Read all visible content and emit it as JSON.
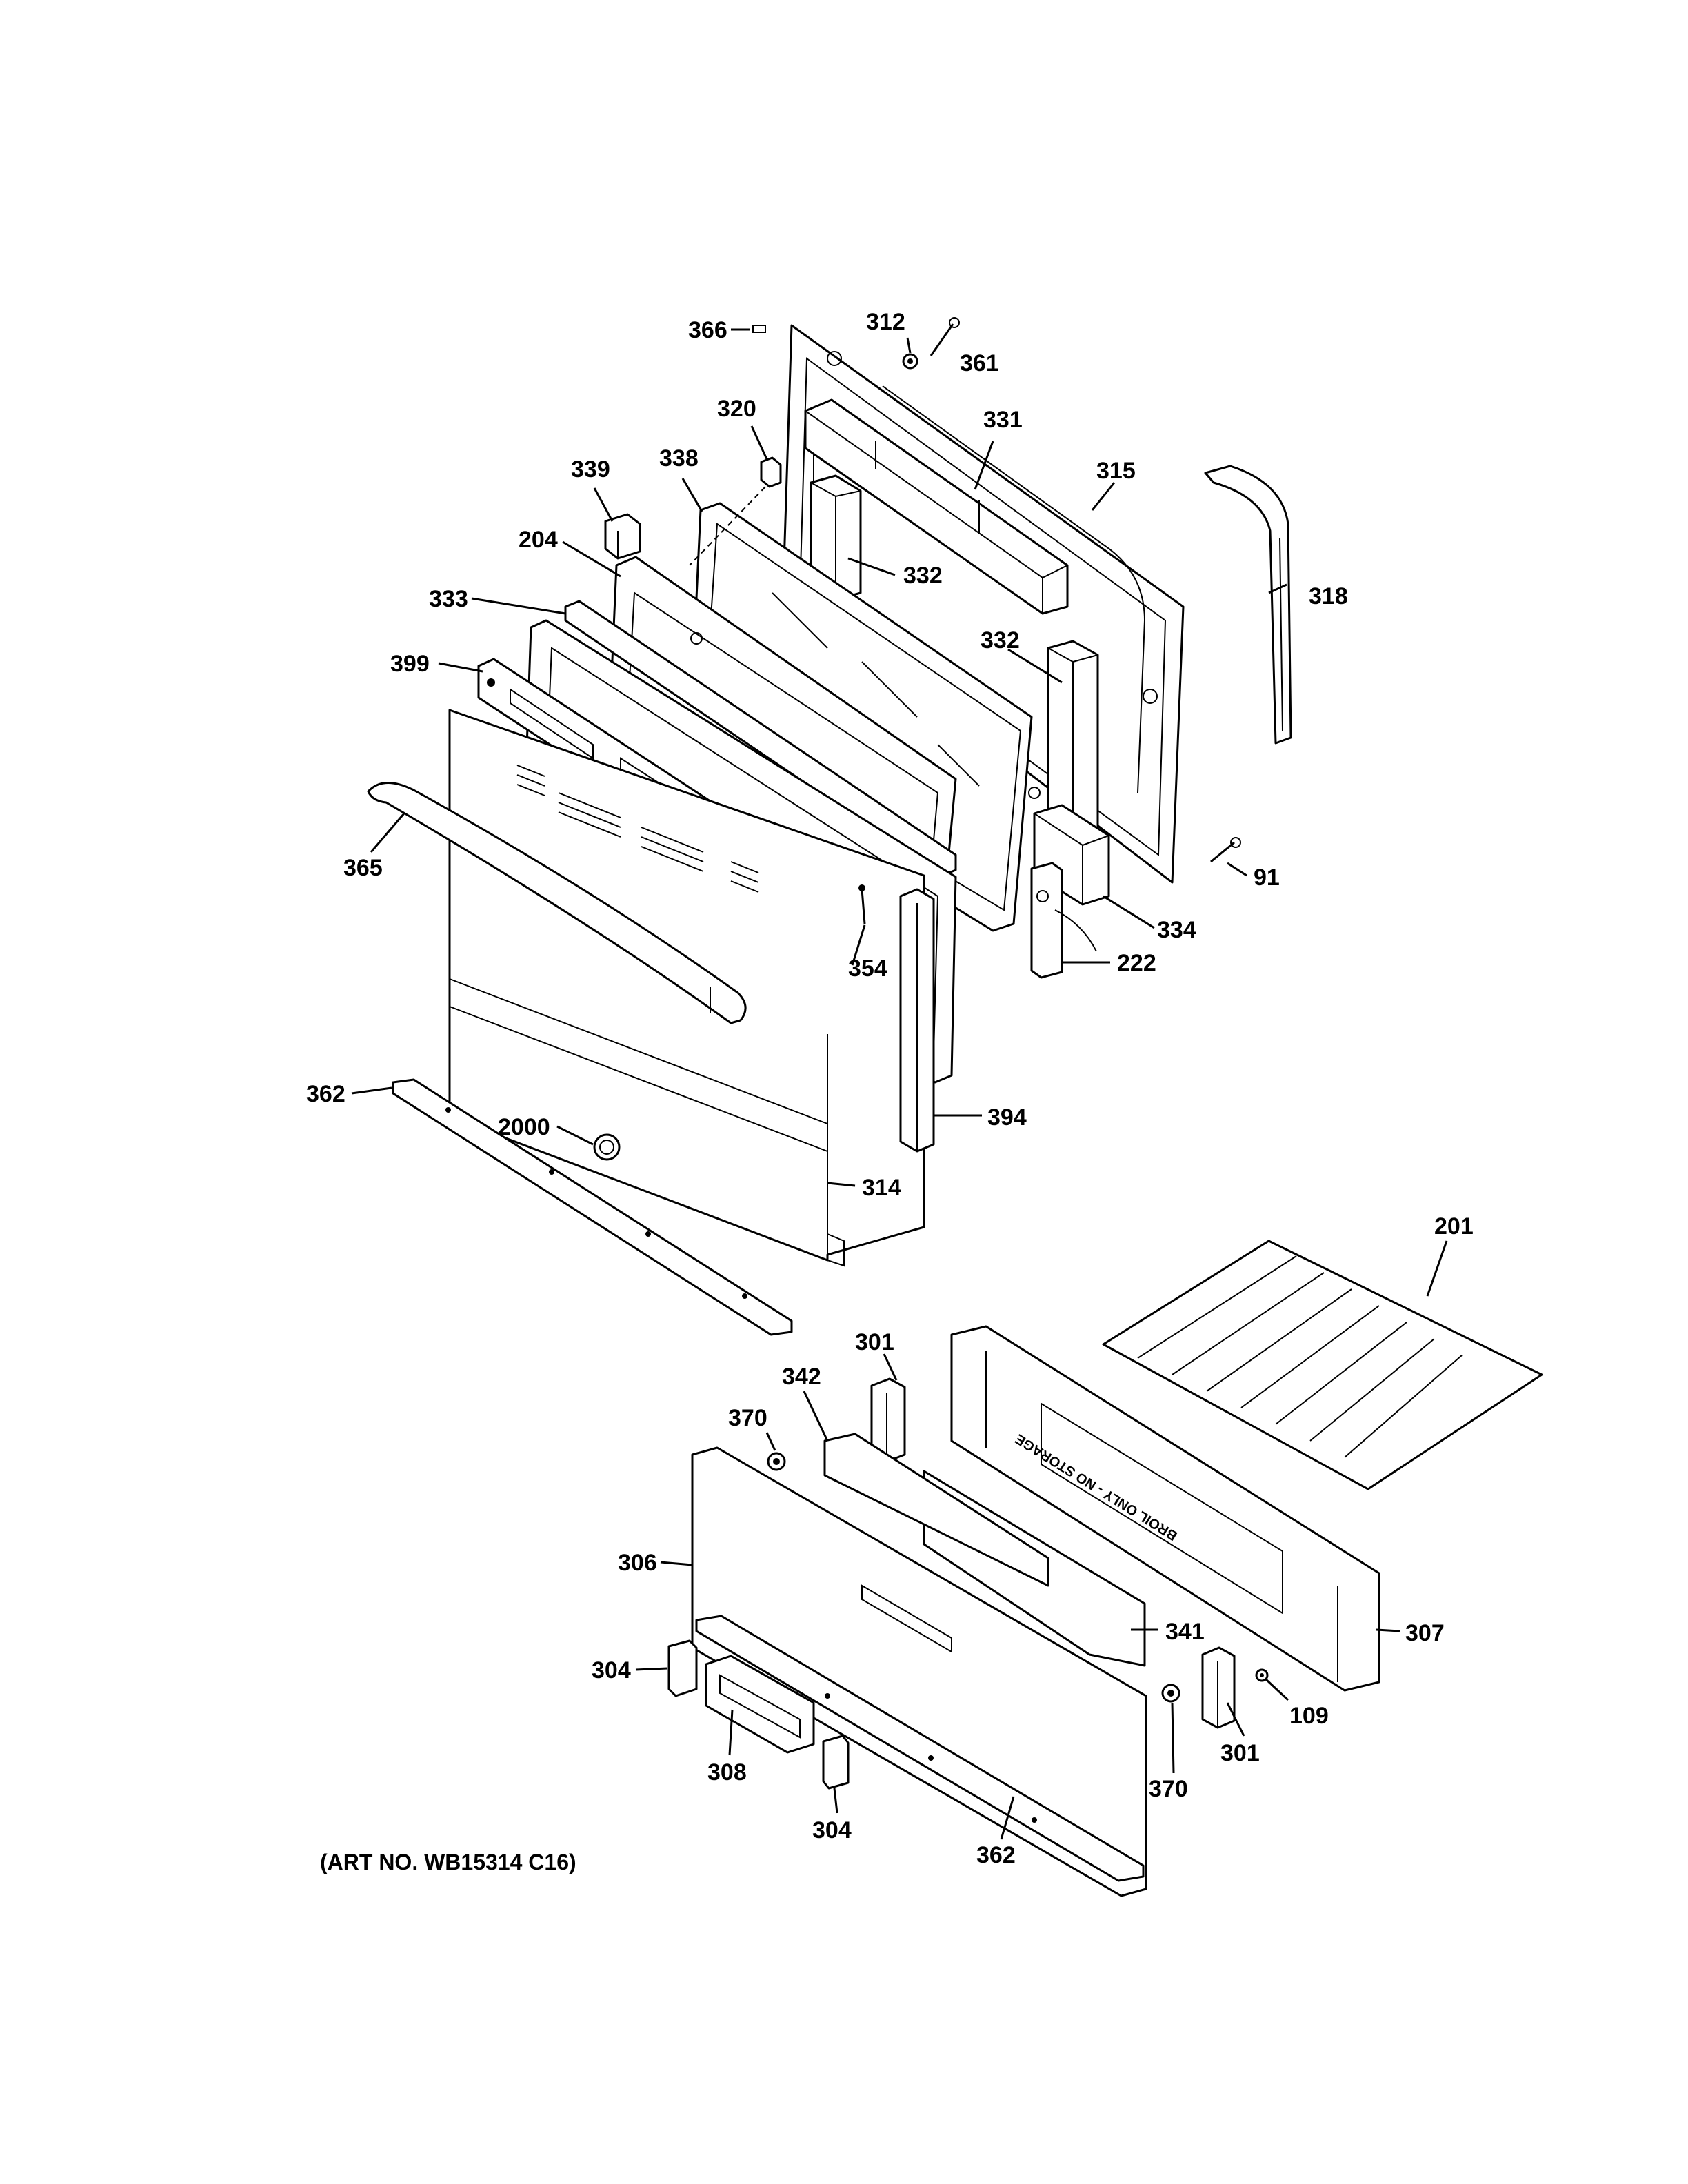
{
  "callouts": [
    {
      "id": "c366",
      "text": "366"
    },
    {
      "id": "c312",
      "text": "312"
    },
    {
      "id": "c361",
      "text": "361"
    },
    {
      "id": "c320",
      "text": "320"
    },
    {
      "id": "c331",
      "text": "331"
    },
    {
      "id": "c339",
      "text": "339"
    },
    {
      "id": "c338",
      "text": "338"
    },
    {
      "id": "c315",
      "text": "315"
    },
    {
      "id": "c204",
      "text": "204"
    },
    {
      "id": "c318",
      "text": "318"
    },
    {
      "id": "c332a",
      "text": "332"
    },
    {
      "id": "c333",
      "text": "333"
    },
    {
      "id": "c332b",
      "text": "332"
    },
    {
      "id": "c399",
      "text": "399"
    },
    {
      "id": "c91",
      "text": "91"
    },
    {
      "id": "c365",
      "text": "365"
    },
    {
      "id": "c334",
      "text": "334"
    },
    {
      "id": "c354",
      "text": "354"
    },
    {
      "id": "c222",
      "text": "222"
    },
    {
      "id": "c362a",
      "text": "362"
    },
    {
      "id": "c394",
      "text": "394"
    },
    {
      "id": "c2000",
      "text": "2000"
    },
    {
      "id": "c314",
      "text": "314"
    },
    {
      "id": "c201",
      "text": "201"
    },
    {
      "id": "c301a",
      "text": "301"
    },
    {
      "id": "c342",
      "text": "342"
    },
    {
      "id": "c370a",
      "text": "370"
    },
    {
      "id": "c306",
      "text": "306"
    },
    {
      "id": "c341",
      "text": "341"
    },
    {
      "id": "c307",
      "text": "307"
    },
    {
      "id": "c304a",
      "text": "304"
    },
    {
      "id": "c109",
      "text": "109"
    },
    {
      "id": "c308",
      "text": "308"
    },
    {
      "id": "c301b",
      "text": "301"
    },
    {
      "id": "c370b",
      "text": "370"
    },
    {
      "id": "c304b",
      "text": "304"
    },
    {
      "id": "c362b",
      "text": "362"
    }
  ],
  "drawer_stamp": "BROIL ONLY - NO STORAGE",
  "art_number": "(ART NO. WB15314 C16)"
}
